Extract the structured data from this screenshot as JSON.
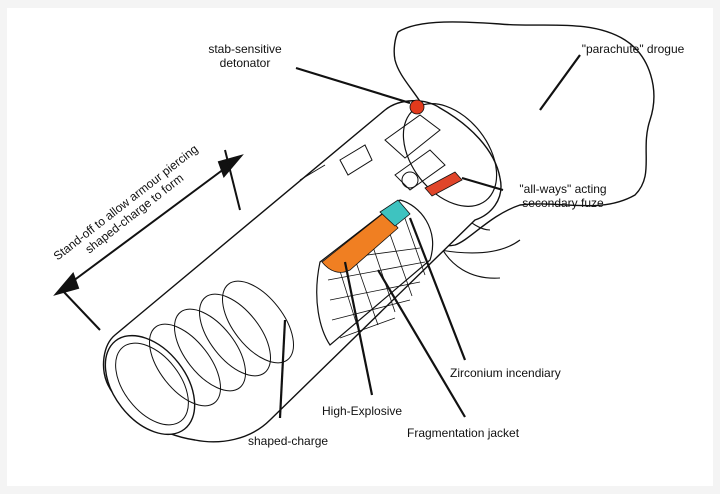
{
  "labels": {
    "detonator_line1": "stab-sensitive",
    "detonator_line2": "detonator",
    "drogue": "\"parachute\" drogue",
    "fuze_line1": "\"all-ways\" acting",
    "fuze_line2": "secondary fuze",
    "standoff_line1": "Stand-off to allow armour piercing",
    "standoff_line2": "shaped-charge to form",
    "zirconium": "Zirconium incendiary",
    "high_explosive": "High-Explosive",
    "fragmentation": "Fragmentation jacket",
    "shaped_charge": "shaped-charge"
  },
  "colors": {
    "high_explosive": "#f07f22",
    "zirconium": "#3ec3c0",
    "detonator": "#e23a1c",
    "fuze": "#e0452a",
    "line": "#111111"
  }
}
